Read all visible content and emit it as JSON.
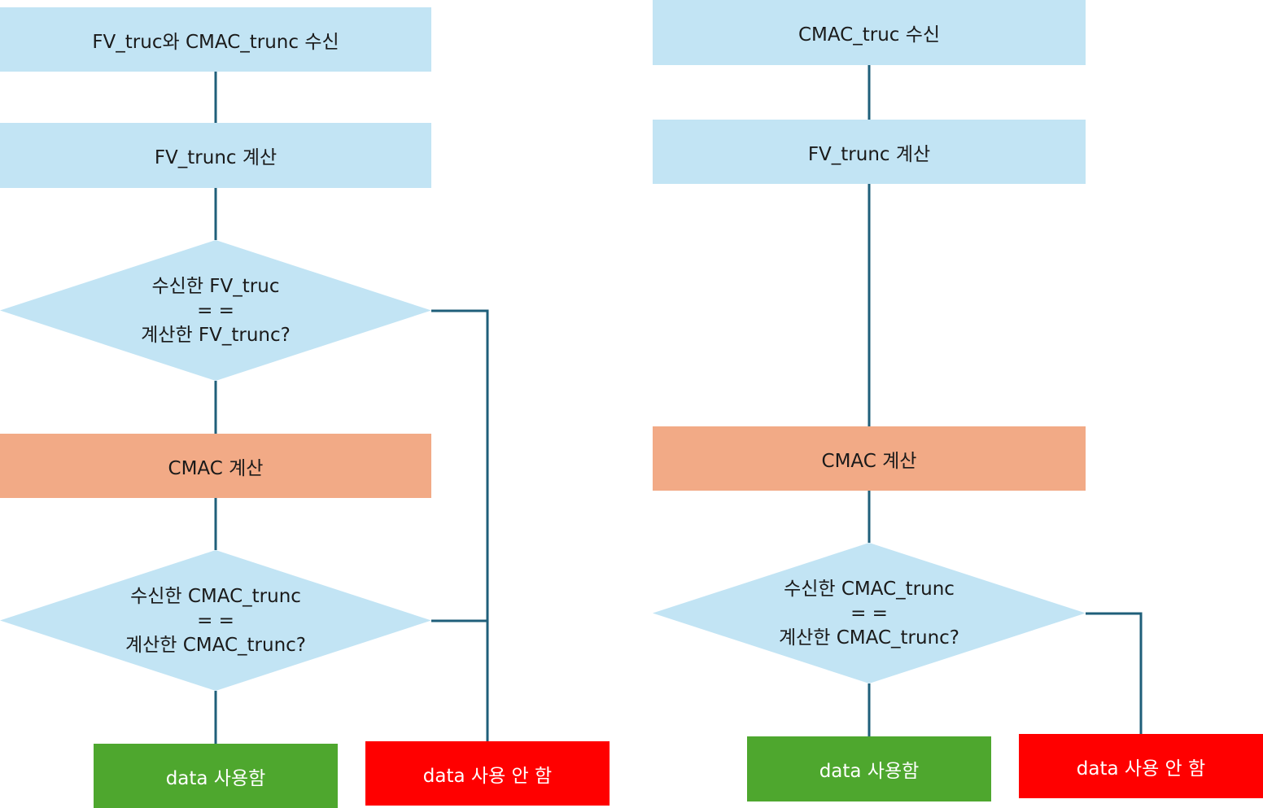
{
  "colors": {
    "process": "#c2e4f4",
    "cmac": "#f2aa86",
    "use": "#4ea72e",
    "reject": "#ff0000",
    "connector": "#1f5f7a"
  },
  "left": {
    "receive": "FV_truc와 CMAC_trunc 수신",
    "fv_calc": "FV_trunc 계산",
    "fv_check": {
      "line1": "수신한 FV_truc",
      "line2": "= =",
      "line3": "계산한 FV_trunc?"
    },
    "cmac_calc": "CMAC 계산",
    "cmac_check": {
      "line1": "수신한 CMAC_trunc",
      "line2": "= =",
      "line3": "계산한 CMAC_trunc?"
    },
    "use": "data 사용함",
    "reject": "data 사용 안 함"
  },
  "right": {
    "receive": "CMAC_truc 수신",
    "fv_calc": "FV_trunc 계산",
    "cmac_calc": "CMAC 계산",
    "cmac_check": {
      "line1": "수신한 CMAC_trunc",
      "line2": "= =",
      "line3": "계산한 CMAC_trunc?"
    },
    "use": "data 사용함",
    "reject": "data 사용 안 함"
  }
}
